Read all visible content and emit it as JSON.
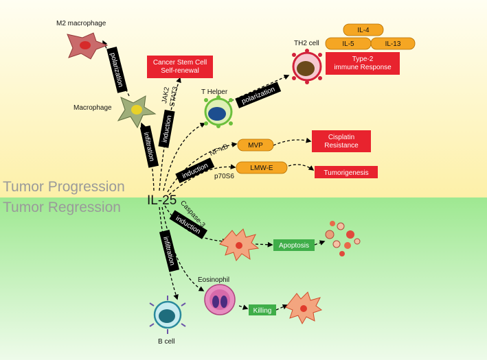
{
  "colors": {
    "progression_bg_top": "#fffef2",
    "progression_bg_bottom": "#fdf0a8",
    "regression_bg_top": "#9ee891",
    "regression_bg_bottom": "#eefbea",
    "red_box": "#e8232e",
    "orange_pill": "#f5a623",
    "green_box": "#3fae49",
    "black_label": "#000000"
  },
  "sections": {
    "progression": "Tumor Progression",
    "regression": "Tumor Regression"
  },
  "center": "IL-25",
  "cells": {
    "m2_macrophage": "M2 macrophage",
    "macrophage": "Macrophage",
    "t_helper": "T Helper",
    "th2_cell": "TH2 cell",
    "eosinophil": "Eosinophil",
    "b_cell": "B cell"
  },
  "boxes": {
    "cancer_stem_cell": "Cancer Stem Cell\nSelf-renewal",
    "type2": "Type-2\nimmune Response",
    "cisplatin": "Cisplatin\nResistance",
    "tumorigenesis": "Tumorigenesis",
    "apoptosis": "Apoptosis",
    "killing": "Killing"
  },
  "pills": {
    "il4": "IL-4",
    "il5": "IL-5",
    "il13": "IL-13",
    "mvp": "MVP",
    "lmw_e": "LMW-E"
  },
  "arrow_labels": {
    "polarization_macro": "polarization",
    "infiltration_macro": "infiltration",
    "induction_stem": "induction",
    "jak2_stat3": "JAK2\nSTAT3",
    "polarization_th": "polarization",
    "induction_mid": "induction",
    "nfkb": "NF-κB",
    "p70s6": "p70S6",
    "caspase3": "Caspase-3",
    "induction_apop": "induction",
    "infiltration_b": "infiltration"
  }
}
